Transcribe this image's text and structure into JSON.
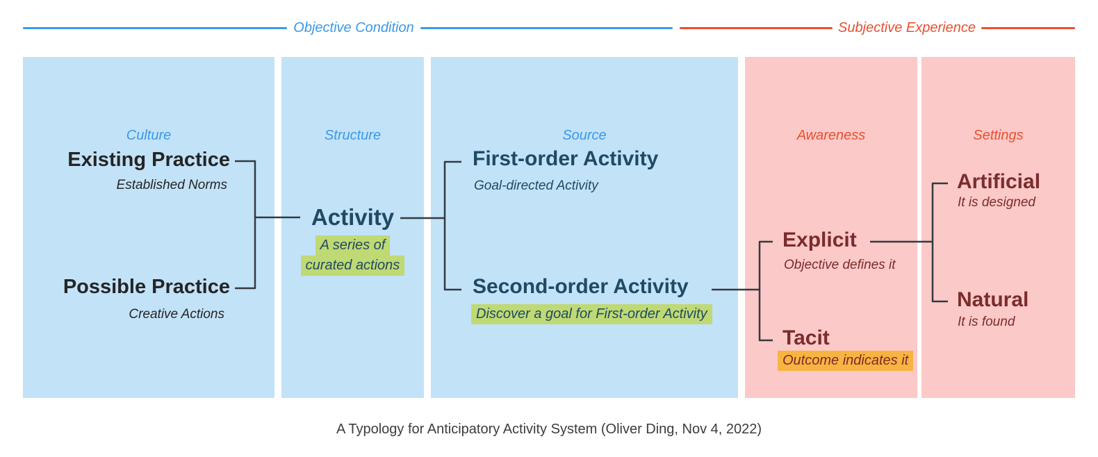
{
  "title_bar": {
    "objective": "Objective Condition",
    "subjective": "Subjective Experience"
  },
  "columns": {
    "culture": "Culture",
    "structure": "Structure",
    "source": "Source",
    "awareness": "Awareness",
    "settings": "Settings"
  },
  "nodes": {
    "existing_practice": {
      "title": "Existing Practice",
      "subtitle": "Established Norms"
    },
    "possible_practice": {
      "title": "Possible Practice",
      "subtitle": "Creative Actions"
    },
    "activity": {
      "title": "Activity",
      "subtitle_lines": [
        "A series of",
        "curated actions"
      ]
    },
    "first_order": {
      "title": "First-order Activity",
      "subtitle": "Goal-directed Activity"
    },
    "second_order": {
      "title": "Second-order Activity",
      "subtitle": "Discover a goal for First-order Activity"
    },
    "explicit": {
      "title": "Explicit",
      "subtitle": "Objective defines it"
    },
    "tacit": {
      "title": "Tacit",
      "subtitle": "Outcome indicates it"
    },
    "artificial": {
      "title": "Artificial",
      "subtitle": "It is designed"
    },
    "natural": {
      "title": "Natural",
      "subtitle": "It is found"
    }
  },
  "caption": "A Typology for Anticipatory Activity System (Oliver Ding, Nov 4, 2022)",
  "colors": {
    "objective_accent": "#3b99e8",
    "subjective_accent": "#e85030",
    "objective_panel": "#c2e2f8",
    "subjective_panel": "#fbc9c7",
    "navy_text": "#204a63",
    "dark_text": "#252525",
    "maroon_text": "#7b2c2c",
    "green_highlight": "#bfd974",
    "orange_highlight": "#f8b441",
    "connector": "#333a40",
    "caption_text": "#3c3c3c"
  }
}
